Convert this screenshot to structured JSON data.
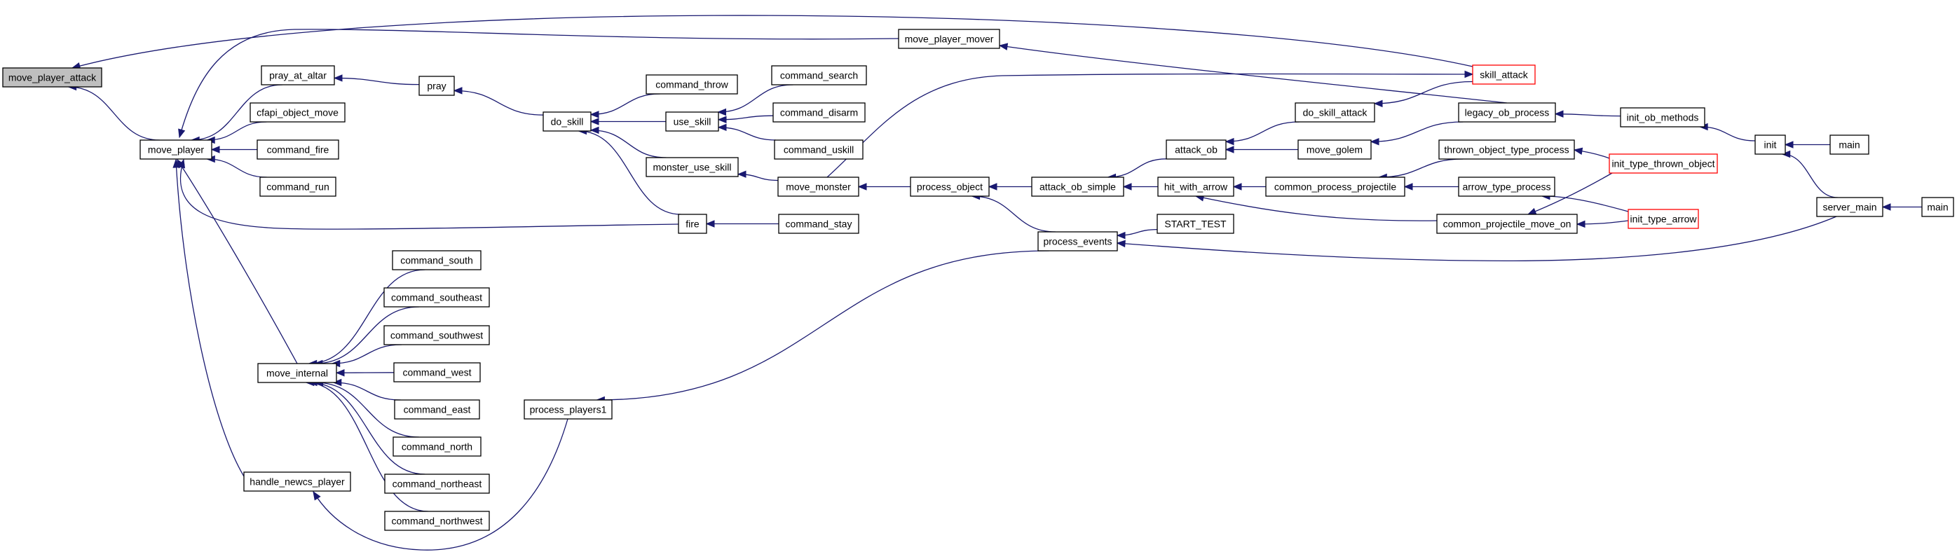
{
  "graph": {
    "colors": {
      "edge": "#191970",
      "node_border": "#000000",
      "truncated_border": "#ff0000",
      "start_fill": "#bfbfbf",
      "background": "#ffffff"
    },
    "nodes": [
      {
        "id": "move_player_attack",
        "label": "move_player_attack",
        "kind": "start"
      },
      {
        "id": "move_player",
        "label": "move_player"
      },
      {
        "id": "move_player_mover",
        "label": "move_player_mover"
      },
      {
        "id": "skill_attack",
        "label": "skill_attack",
        "kind": "truncated"
      },
      {
        "id": "pray_at_altar",
        "label": "pray_at_altar"
      },
      {
        "id": "cfapi_object_move",
        "label": "cfapi_object_move"
      },
      {
        "id": "command_fire",
        "label": "command_fire"
      },
      {
        "id": "command_run",
        "label": "command_run"
      },
      {
        "id": "move_internal",
        "label": "move_internal"
      },
      {
        "id": "handle_newcs_player",
        "label": "handle_newcs_player"
      },
      {
        "id": "command_south",
        "label": "command_south"
      },
      {
        "id": "command_southeast",
        "label": "command_southeast"
      },
      {
        "id": "command_southwest",
        "label": "command_southwest"
      },
      {
        "id": "command_west",
        "label": "command_west"
      },
      {
        "id": "command_east",
        "label": "command_east"
      },
      {
        "id": "command_north",
        "label": "command_north"
      },
      {
        "id": "command_northeast",
        "label": "command_northeast"
      },
      {
        "id": "command_northwest",
        "label": "command_northwest"
      },
      {
        "id": "pray",
        "label": "pray"
      },
      {
        "id": "do_skill",
        "label": "do_skill"
      },
      {
        "id": "command_throw",
        "label": "command_throw"
      },
      {
        "id": "use_skill",
        "label": "use_skill"
      },
      {
        "id": "monster_use_skill",
        "label": "monster_use_skill"
      },
      {
        "id": "fire",
        "label": "fire"
      },
      {
        "id": "command_search",
        "label": "command_search"
      },
      {
        "id": "command_disarm",
        "label": "command_disarm"
      },
      {
        "id": "command_uskill",
        "label": "command_uskill"
      },
      {
        "id": "move_monster",
        "label": "move_monster"
      },
      {
        "id": "command_stay",
        "label": "command_stay"
      },
      {
        "id": "process_object",
        "label": "process_object"
      },
      {
        "id": "process_players1",
        "label": "process_players1"
      },
      {
        "id": "attack_ob_simple",
        "label": "attack_ob_simple"
      },
      {
        "id": "process_events",
        "label": "process_events"
      },
      {
        "id": "attack_ob",
        "label": "attack_ob"
      },
      {
        "id": "hit_with_arrow",
        "label": "hit_with_arrow"
      },
      {
        "id": "START_TEST",
        "label": "START_TEST"
      },
      {
        "id": "do_skill_attack",
        "label": "do_skill_attack"
      },
      {
        "id": "move_golem",
        "label": "move_golem"
      },
      {
        "id": "common_process_projectile",
        "label": "common_process_projectile"
      },
      {
        "id": "legacy_ob_process",
        "label": "legacy_ob_process"
      },
      {
        "id": "thrown_object_type_process",
        "label": "thrown_object_type_process"
      },
      {
        "id": "arrow_type_process",
        "label": "arrow_type_process"
      },
      {
        "id": "common_projectile_move_on",
        "label": "common_projectile_move_on"
      },
      {
        "id": "init_ob_methods",
        "label": "init_ob_methods"
      },
      {
        "id": "init_type_thrown_object",
        "label": "init_type_thrown_object",
        "kind": "truncated"
      },
      {
        "id": "init_type_arrow",
        "label": "init_type_arrow",
        "kind": "truncated"
      },
      {
        "id": "init",
        "label": "init"
      },
      {
        "id": "server_main",
        "label": "server_main"
      },
      {
        "id": "main_1",
        "label": "main"
      },
      {
        "id": "main_2",
        "label": "main"
      }
    ],
    "edges": [
      [
        "move_player",
        "move_player_attack"
      ],
      [
        "skill_attack",
        "move_player_attack"
      ],
      [
        "pray_at_altar",
        "move_player"
      ],
      [
        "cfapi_object_move",
        "move_player"
      ],
      [
        "command_fire",
        "move_player"
      ],
      [
        "command_run",
        "move_player"
      ],
      [
        "move_internal",
        "move_player"
      ],
      [
        "handle_newcs_player",
        "move_player"
      ],
      [
        "move_player_mover",
        "move_player"
      ],
      [
        "fire",
        "move_player"
      ],
      [
        "legacy_ob_process",
        "move_player_mover"
      ],
      [
        "pray",
        "pray_at_altar"
      ],
      [
        "do_skill",
        "pray"
      ],
      [
        "command_throw",
        "do_skill"
      ],
      [
        "use_skill",
        "do_skill"
      ],
      [
        "monster_use_skill",
        "do_skill"
      ],
      [
        "fire",
        "do_skill"
      ],
      [
        "command_search",
        "use_skill"
      ],
      [
        "command_disarm",
        "use_skill"
      ],
      [
        "command_uskill",
        "use_skill"
      ],
      [
        "move_monster",
        "monster_use_skill"
      ],
      [
        "move_monster",
        "skill_attack"
      ],
      [
        "command_stay",
        "fire"
      ],
      [
        "process_object",
        "move_monster"
      ],
      [
        "command_south",
        "move_internal"
      ],
      [
        "command_southeast",
        "move_internal"
      ],
      [
        "command_southwest",
        "move_internal"
      ],
      [
        "command_west",
        "move_internal"
      ],
      [
        "command_east",
        "move_internal"
      ],
      [
        "command_north",
        "move_internal"
      ],
      [
        "command_northeast",
        "move_internal"
      ],
      [
        "command_northwest",
        "move_internal"
      ],
      [
        "process_players1",
        "handle_newcs_player"
      ],
      [
        "process_events",
        "process_players1"
      ],
      [
        "attack_ob_simple",
        "process_object"
      ],
      [
        "process_events",
        "process_object"
      ],
      [
        "attack_ob",
        "attack_ob_simple"
      ],
      [
        "hit_with_arrow",
        "attack_ob_simple"
      ],
      [
        "START_TEST",
        "process_events"
      ],
      [
        "server_main",
        "process_events"
      ],
      [
        "do_skill_attack",
        "attack_ob"
      ],
      [
        "move_golem",
        "attack_ob"
      ],
      [
        "common_process_projectile",
        "hit_with_arrow"
      ],
      [
        "common_projectile_move_on",
        "hit_with_arrow"
      ],
      [
        "skill_attack",
        "do_skill_attack"
      ],
      [
        "legacy_ob_process",
        "move_golem"
      ],
      [
        "thrown_object_type_process",
        "common_process_projectile"
      ],
      [
        "arrow_type_process",
        "common_process_projectile"
      ],
      [
        "init_type_thrown_object",
        "thrown_object_type_process"
      ],
      [
        "init_type_arrow",
        "arrow_type_process"
      ],
      [
        "init_type_thrown_object",
        "common_projectile_move_on"
      ],
      [
        "init_type_arrow",
        "common_projectile_move_on"
      ],
      [
        "init_ob_methods",
        "legacy_ob_process"
      ],
      [
        "init",
        "init_ob_methods"
      ],
      [
        "main_1",
        "init"
      ],
      [
        "server_main",
        "init"
      ],
      [
        "main_2",
        "server_main"
      ]
    ]
  }
}
